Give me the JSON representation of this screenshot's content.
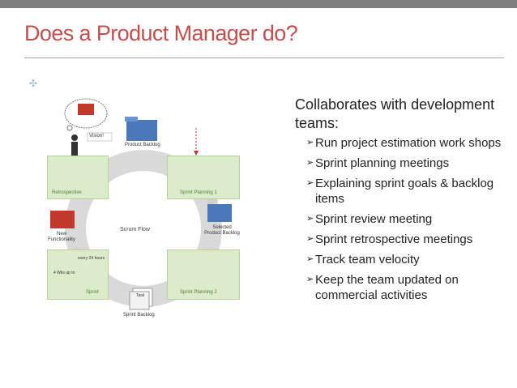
{
  "slide": {
    "title": "Does a Product Manager do?",
    "lead": "Collaborates with development teams:",
    "items": [
      "Run project estimation work shops",
      "Sprint planning meetings",
      "Explaining sprint goals & backlog items",
      "Sprint review meeting",
      "Sprint retrospective meetings",
      "Track team velocity",
      "Keep the team updated on commercial activities"
    ]
  },
  "diagram": {
    "vision": "Vision!",
    "product_backlog": "Product Backlog",
    "retrospective": "Retrospective",
    "sprint_planning_1": "Sprint Planning 1",
    "scrum_flow": "Scrum Flow",
    "new_functionality": "New Functionality",
    "selected_backlog": "Selected Product Backlog",
    "sprint": "Sprint",
    "sprint_planning_2": "Sprint Planning 2",
    "sprint_backlog": "Sprint Backlog",
    "daily_scrum": "every 24 hours",
    "sprint_cycle": "4 Wks up to",
    "task": "Task"
  }
}
